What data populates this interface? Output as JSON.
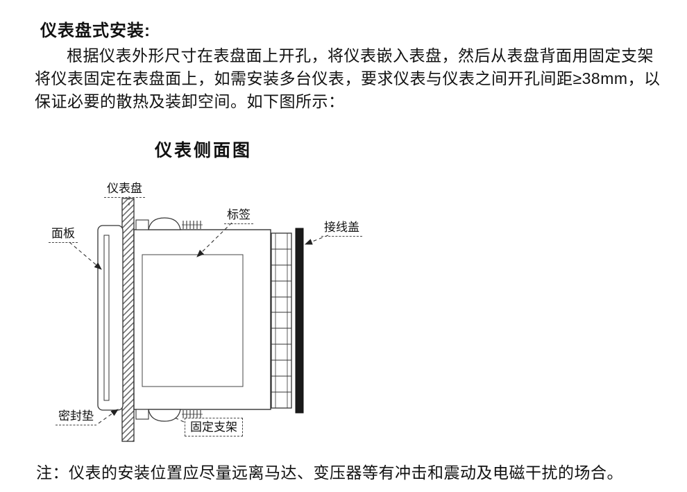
{
  "colors": {
    "background": "#ffffff",
    "text": "#111111",
    "diagram_line": "#333333",
    "terminal_cover_fill": "#1a1a1a"
  },
  "header": {
    "title": "仪表盘式安装:"
  },
  "body": {
    "paragraph": "根据仪表外形尺寸在表盘面上开孔，将仪表嵌入表盘，然后从表盘背面用固定支架将仪表固定在表盘面上，如需安装多台仪表，要求仪表与仪表之间开孔间距≥38mm，以保证必要的散热及装卸空间。如下图所示：",
    "note": "注：仪表的安装位置应尽量远离马达、变压器等有冲击和震动及电磁干扰的场合。"
  },
  "diagram": {
    "title": "仪表侧面图",
    "labels": {
      "panel": "仪表盘",
      "front_panel": "面板",
      "tag": "标签",
      "terminal_cover": "接线盖",
      "gasket": "密封垫",
      "bracket": "固定支架"
    }
  }
}
